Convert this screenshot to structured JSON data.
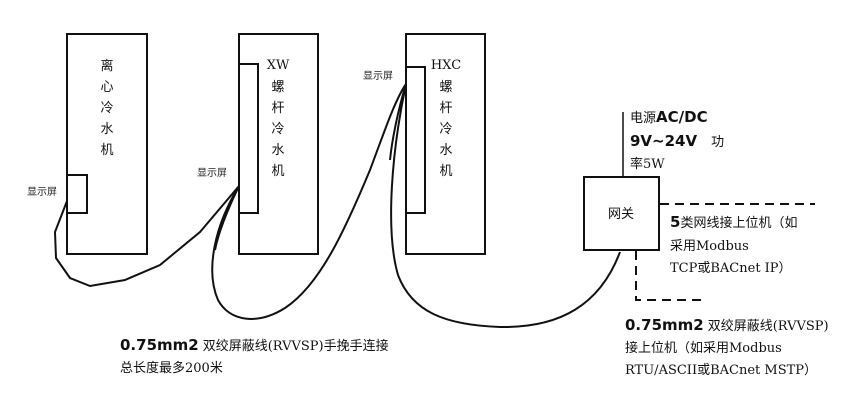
{
  "units": [
    {
      "name_lines": [
        "离",
        "心",
        "冷",
        "水",
        "机"
      ],
      "display_label": "显示屏"
    },
    {
      "name_lines": [
        "XW",
        "螺",
        "杆",
        "冷",
        "水",
        "机"
      ],
      "display_label": "显示屏"
    },
    {
      "name_lines": [
        "HXC",
        "螺",
        "杆",
        "冷",
        "水",
        "机"
      ],
      "display_label": "显示屏"
    }
  ],
  "gateway": {
    "label": "网关",
    "power": {
      "line1_prefix": "电源",
      "line1_bold": "AC/DC",
      "line2_bold": "9V~24V",
      "line2_suffix": "功",
      "line3": "率5W"
    },
    "ethernet": {
      "line1_bold": "5",
      "line1": "类网线接上位机（如",
      "line2": "采用Modbus",
      "line3": "TCP或BACnet IP）"
    },
    "rs485": {
      "line1_bold": "0.75mm2",
      "line1": "双绞屏蔽线(RVVSP)",
      "line2": "接上位机（如采用Modbus",
      "line3": "RTU/ASCII或BACnet MSTP）"
    }
  },
  "daisy_chain": {
    "line1_bold": "0.75mm2",
    "line1": "双绞屏蔽线(RVVSP)手挽手连接",
    "line2": "总长度最多200米"
  }
}
